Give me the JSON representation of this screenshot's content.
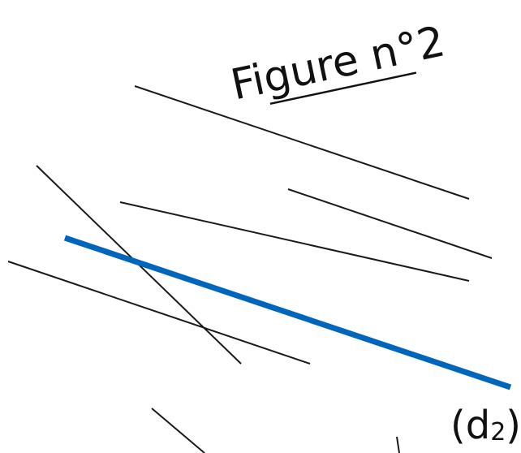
{
  "figure": {
    "title": "Figure n°2",
    "highlight_label": "(d2)",
    "highlight_label_main": "(d",
    "highlight_label_sub": "2",
    "highlight_label_close": ")"
  },
  "colors": {
    "line": "#1a1a1a",
    "highlight": "#0066bb",
    "background": "#ffffff"
  }
}
